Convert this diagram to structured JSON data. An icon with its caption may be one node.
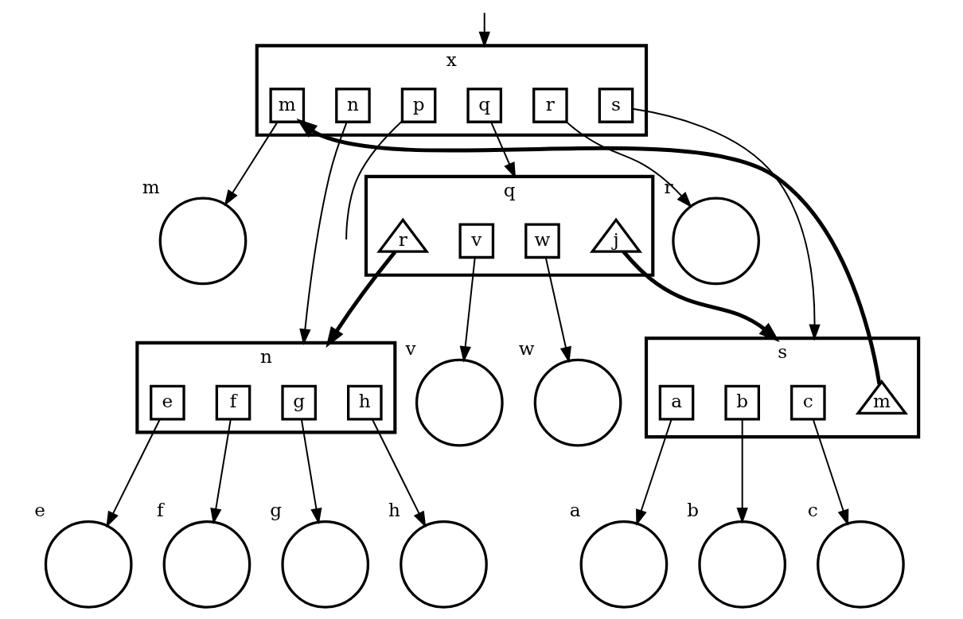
{
  "diagram": {
    "nodes": [
      {
        "text": [
          "x"
        ]
      },
      {
        "text": [
          "n"
        ]
      },
      {
        "text": [
          "q"
        ]
      },
      {
        "text": [
          "s"
        ]
      },
      {
        "text": [
          "m"
        ],
        "in": 0
      },
      {
        "text": [
          "n"
        ],
        "in": 0
      },
      {
        "text": [
          "p"
        ],
        "in": 0
      },
      {
        "text": [
          "q"
        ],
        "in": 0
      },
      {
        "text": [
          "r"
        ],
        "in": 0
      },
      {
        "text": [
          "s"
        ],
        "in": 0
      },
      {
        "text": [
          "e"
        ],
        "in": 1
      },
      {
        "text": [
          "f"
        ],
        "in": 1
      },
      {
        "text": [
          "g"
        ],
        "in": 1
      },
      {
        "text": [
          "h"
        ],
        "in": 1
      },
      {
        "text": [
          "r"
        ],
        "in": 2
      },
      {
        "text": [
          "v"
        ],
        "in": 2
      },
      {
        "text": [
          "w"
        ],
        "in": 2
      },
      {
        "text": [
          "j"
        ],
        "in": 2
      },
      {
        "text": [
          "a"
        ],
        "in": 3
      },
      {
        "text": [
          "b"
        ],
        "in": 3
      },
      {
        "text": [
          "c"
        ],
        "in": 3
      },
      {
        "text": [
          "m"
        ],
        "in": 3
      },
      {
        "text": [],
        "shape": "circle",
        "beside": [
          "m"
        ]
      },
      {
        "text": [],
        "shape": "circle",
        "beside": [
          "r"
        ]
      },
      {
        "text": [],
        "shape": "circle",
        "beside": [
          "e"
        ]
      },
      {
        "text": [],
        "shape": "circle",
        "beside": [
          "f"
        ]
      },
      {
        "text": [],
        "shape": "circle",
        "beside": [
          "g"
        ]
      },
      {
        "text": [],
        "shape": "circle",
        "beside": [
          "h"
        ]
      },
      {
        "text": [],
        "shape": "circle",
        "beside": [
          "a"
        ]
      },
      {
        "text": [],
        "shape": "circle",
        "beside": [
          "b"
        ]
      },
      {
        "text": [],
        "shape": "circle",
        "beside": [
          "c"
        ]
      },
      {
        "text": [],
        "shape": "circle",
        "beside": [
          "v"
        ]
      },
      {
        "text": [],
        "shape": "circle",
        "beside": [
          "w"
        ]
      }
    ],
    "edges": [
      {
        "from": null,
        "to": 0,
        "arrow": "to"
      },
      {
        "from": 4,
        "to": 22,
        "arrow": "to"
      },
      {
        "from": 5,
        "to": 1,
        "arrow": "to"
      },
      {
        "from": 6,
        "to": null,
        "arrow": "none"
      },
      {
        "from": 7,
        "to": 2,
        "arrow": "to"
      },
      {
        "from": 8,
        "to": 23,
        "arrow": "to"
      },
      {
        "from": 9,
        "to": 3,
        "arrow": "to"
      },
      {
        "from": 10,
        "to": 24,
        "arrow": "to"
      },
      {
        "from": 11,
        "to": 25,
        "arrow": "to"
      },
      {
        "from": 12,
        "to": 26,
        "arrow": "to"
      },
      {
        "from": 13,
        "to": 27,
        "arrow": "to"
      },
      {
        "from": 14,
        "to": 1,
        "arrow": "to",
        "style": "thick"
      },
      {
        "from": 15,
        "to": 31,
        "arrow": "to"
      },
      {
        "from": 16,
        "to": 32,
        "arrow": "to"
      },
      {
        "from": 17,
        "to": 3,
        "arrow": "to",
        "style": "thick"
      },
      {
        "from": 18,
        "to": 28,
        "arrow": "to"
      },
      {
        "from": 19,
        "to": 29,
        "arrow": "to"
      },
      {
        "from": 20,
        "to": 30,
        "arrow": "to"
      },
      {
        "from": 21,
        "to": 4,
        "arrow": "to",
        "style": "thick"
      }
    ]
  }
}
